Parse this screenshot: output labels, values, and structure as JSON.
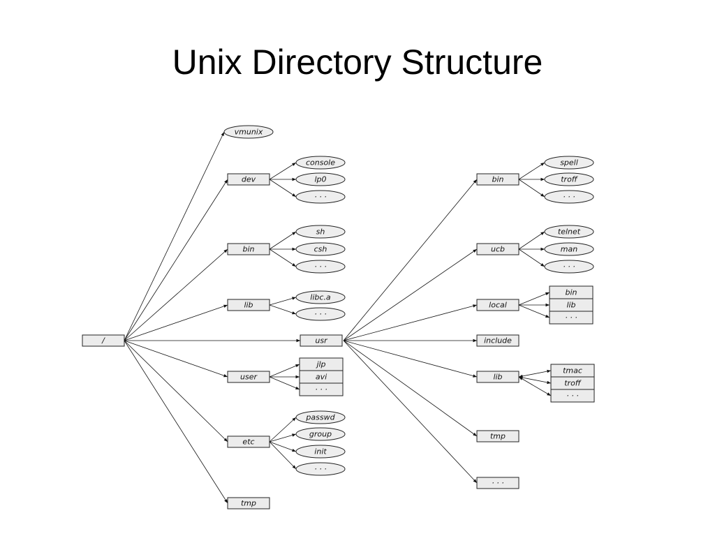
{
  "title": "Unix Directory Structure",
  "tree": {
    "root": "/",
    "nodes": {
      "vmunix": "vmunix",
      "dev": "dev",
      "console": "console",
      "lp0": "lp0",
      "dev_more": "· · ·",
      "bin": "bin",
      "sh": "sh",
      "csh": "csh",
      "bin_more": "· · ·",
      "lib": "lib",
      "libc": "libc.a",
      "lib_more": "· · ·",
      "usr": "usr",
      "user": "user",
      "jlp": "jlp",
      "avi": "avi",
      "user_more": "· · ·",
      "etc": "etc",
      "passwd": "passwd",
      "group": "group",
      "init": "init",
      "etc_more": "· · ·",
      "tmp": "tmp",
      "usr_bin": "bin",
      "spell": "spell",
      "troff": "troff",
      "usr_bin_more": "· · ·",
      "ucb": "ucb",
      "telnet": "telnet",
      "man": "man",
      "ucb_more": "· · ·",
      "local": "local",
      "local_bin": "bin",
      "local_lib": "lib",
      "local_more": "· · ·",
      "include": "include",
      "usr_lib": "lib",
      "tmac": "tmac",
      "usr_lib_troff": "troff",
      "usr_lib_more": "· · ·",
      "usr_tmp": "tmp",
      "usr_more": "· · ·"
    }
  }
}
